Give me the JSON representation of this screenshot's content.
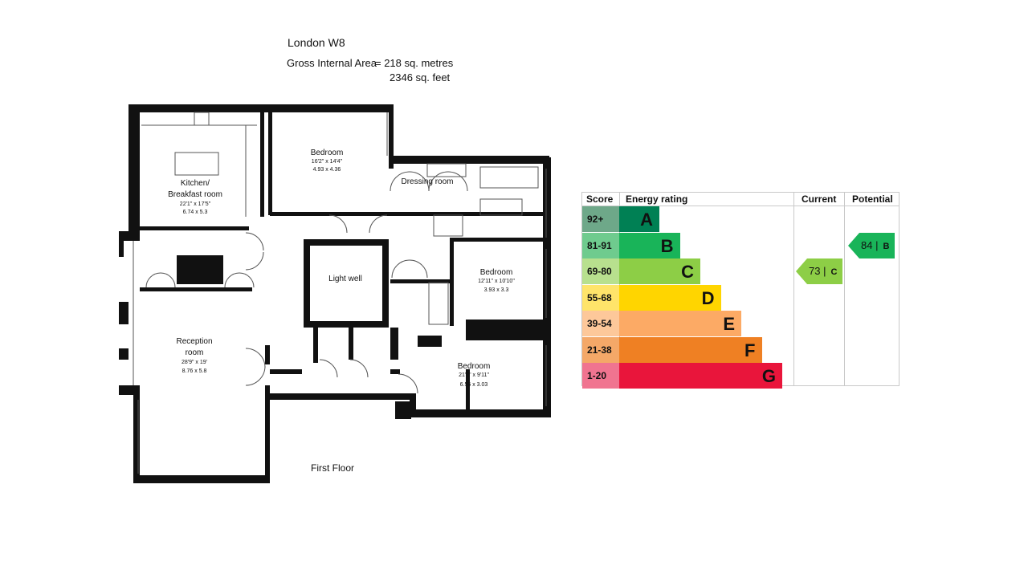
{
  "header": {
    "location": "London W8",
    "gia_label": "Gross Internal Area",
    "gia_metres": "= 218 sq. metres",
    "gia_feet": "2346 sq. feet"
  },
  "floor_label": "First Floor",
  "rooms": {
    "kitchen": {
      "name1": "Kitchen/",
      "name2": "Breakfast room",
      "imperial": "22'1\" x 17'5\"",
      "metric": "6.74 x 5.3"
    },
    "bedroom1": {
      "name": "Bedroom",
      "imperial": "16'2\" x 14'4\"",
      "metric": "4.93 x 4.36"
    },
    "dressing": {
      "name": "Dressing room"
    },
    "lightwell": {
      "name": "Light well"
    },
    "bedroom2": {
      "name": "Bedroom",
      "imperial": "12'11\" x 10'10\"",
      "metric": "3.93 x 3.3"
    },
    "reception": {
      "name1": "Reception",
      "name2": "room",
      "imperial": "28'9\" x 19'",
      "metric": "8.76 x 5.8"
    },
    "bedroom3": {
      "name": "Bedroom",
      "imperial": "21'6\" x 9'11\"",
      "metric": "6.55 x 3.03"
    }
  },
  "epc": {
    "headers": {
      "score": "Score",
      "rating": "Energy rating",
      "current": "Current",
      "potential": "Potential"
    },
    "bands": [
      {
        "score": "92+",
        "letter": "A",
        "color": "#008054",
        "score_bg": "#6ea889"
      },
      {
        "score": "81-91",
        "letter": "B",
        "color": "#19b459",
        "score_bg": "#6fcb8e"
      },
      {
        "score": "69-80",
        "letter": "C",
        "color": "#8dce46",
        "score_bg": "#b8e08e"
      },
      {
        "score": "55-68",
        "letter": "D",
        "color": "#ffd500",
        "score_bg": "#ffe46a"
      },
      {
        "score": "39-54",
        "letter": "E",
        "color": "#fcaa65",
        "score_bg": "#fdc89a"
      },
      {
        "score": "21-38",
        "letter": "F",
        "color": "#ef8023",
        "score_bg": "#f4a868"
      },
      {
        "score": "1-20",
        "letter": "G",
        "color": "#e9153b",
        "score_bg": "#f07490"
      }
    ],
    "current": {
      "value": "73",
      "sep": "|",
      "letter": "C",
      "band": 2,
      "color": "#8dce46"
    },
    "potential": {
      "value": "84",
      "sep": "|",
      "letter": "B",
      "band": 1,
      "color": "#19b459"
    }
  }
}
